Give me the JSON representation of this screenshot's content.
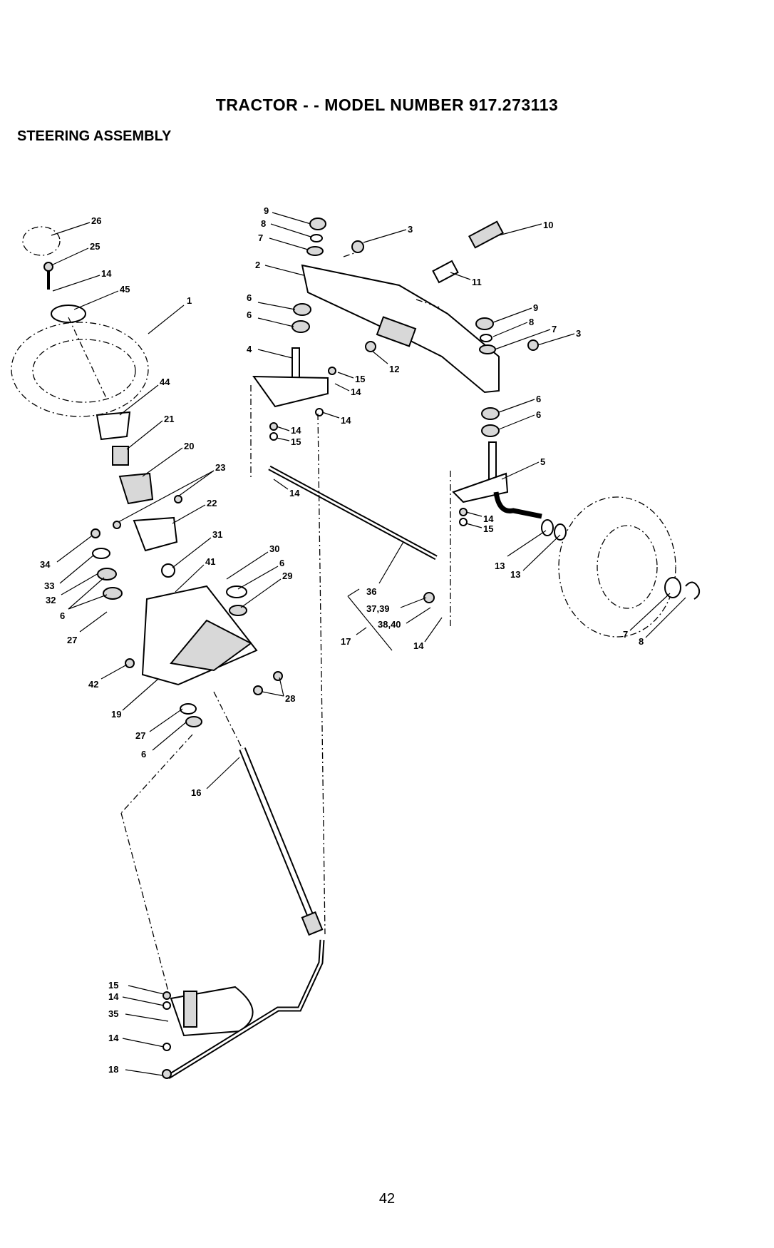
{
  "page": {
    "title": "TRACTOR - - MODEL NUMBER 917.273113",
    "subtitle": "STEERING ASSEMBLY",
    "page_number": "42"
  },
  "callouts": [
    "26",
    "25",
    "14",
    "45",
    "1",
    "44",
    "21",
    "20",
    "23",
    "22",
    "31",
    "41",
    "34",
    "33",
    "32",
    "6",
    "27",
    "42",
    "19",
    "27",
    "6",
    "30",
    "6",
    "29",
    "28",
    "16",
    "15",
    "14",
    "35",
    "14",
    "18",
    "9",
    "8",
    "7",
    "3",
    "2",
    "6",
    "6",
    "4",
    "15",
    "14",
    "14",
    "14",
    "15",
    "14",
    "12",
    "10",
    "11",
    "9",
    "8",
    "7",
    "3",
    "6",
    "6",
    "5",
    "14",
    "15",
    "13",
    "13",
    "7",
    "8",
    "36",
    "37,39",
    "38,40",
    "17",
    "14"
  ]
}
